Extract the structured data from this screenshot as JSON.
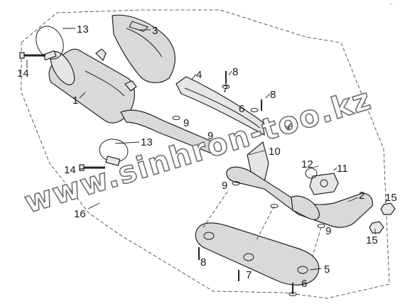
{
  "callouts": [
    {
      "id": "13",
      "label": "13"
    },
    {
      "id": "3",
      "label": "3"
    },
    {
      "id": "14",
      "label": "14"
    },
    {
      "id": "1",
      "label": "1"
    },
    {
      "id": "4",
      "label": "4"
    },
    {
      "id": "8",
      "label": "8"
    },
    {
      "id": "7",
      "label": "7"
    },
    {
      "id": "6",
      "label": "6"
    },
    {
      "id": "9",
      "label": "9"
    },
    {
      "id": "10",
      "label": "10"
    },
    {
      "id": "12",
      "label": "12"
    },
    {
      "id": "11",
      "label": "11"
    },
    {
      "id": "2",
      "label": "2"
    },
    {
      "id": "15",
      "label": "15"
    },
    {
      "id": "16",
      "label": "16"
    },
    {
      "id": "5",
      "label": "5"
    }
  ],
  "labels": {
    "c13a": "13",
    "c13b": "13",
    "c3": "3",
    "c14a": "14",
    "c14b": "14",
    "c1": "1",
    "c4": "4",
    "c8a": "8",
    "c8b": "8",
    "c8c": "8",
    "c7a": "7",
    "c7b": "7",
    "c6a": "6",
    "c6b": "6",
    "c6c": "6",
    "c9a": "9",
    "c9b": "9",
    "c9c": "9",
    "c9d": "9",
    "c10": "10",
    "c12": "12",
    "c11": "11",
    "c2": "2",
    "c15a": "15",
    "c15b": "15",
    "c16": "16",
    "c5": "5"
  },
  "watermark": {
    "line1": "www.sinhron-too.kz"
  },
  "corner_mark": "⌐ ·"
}
